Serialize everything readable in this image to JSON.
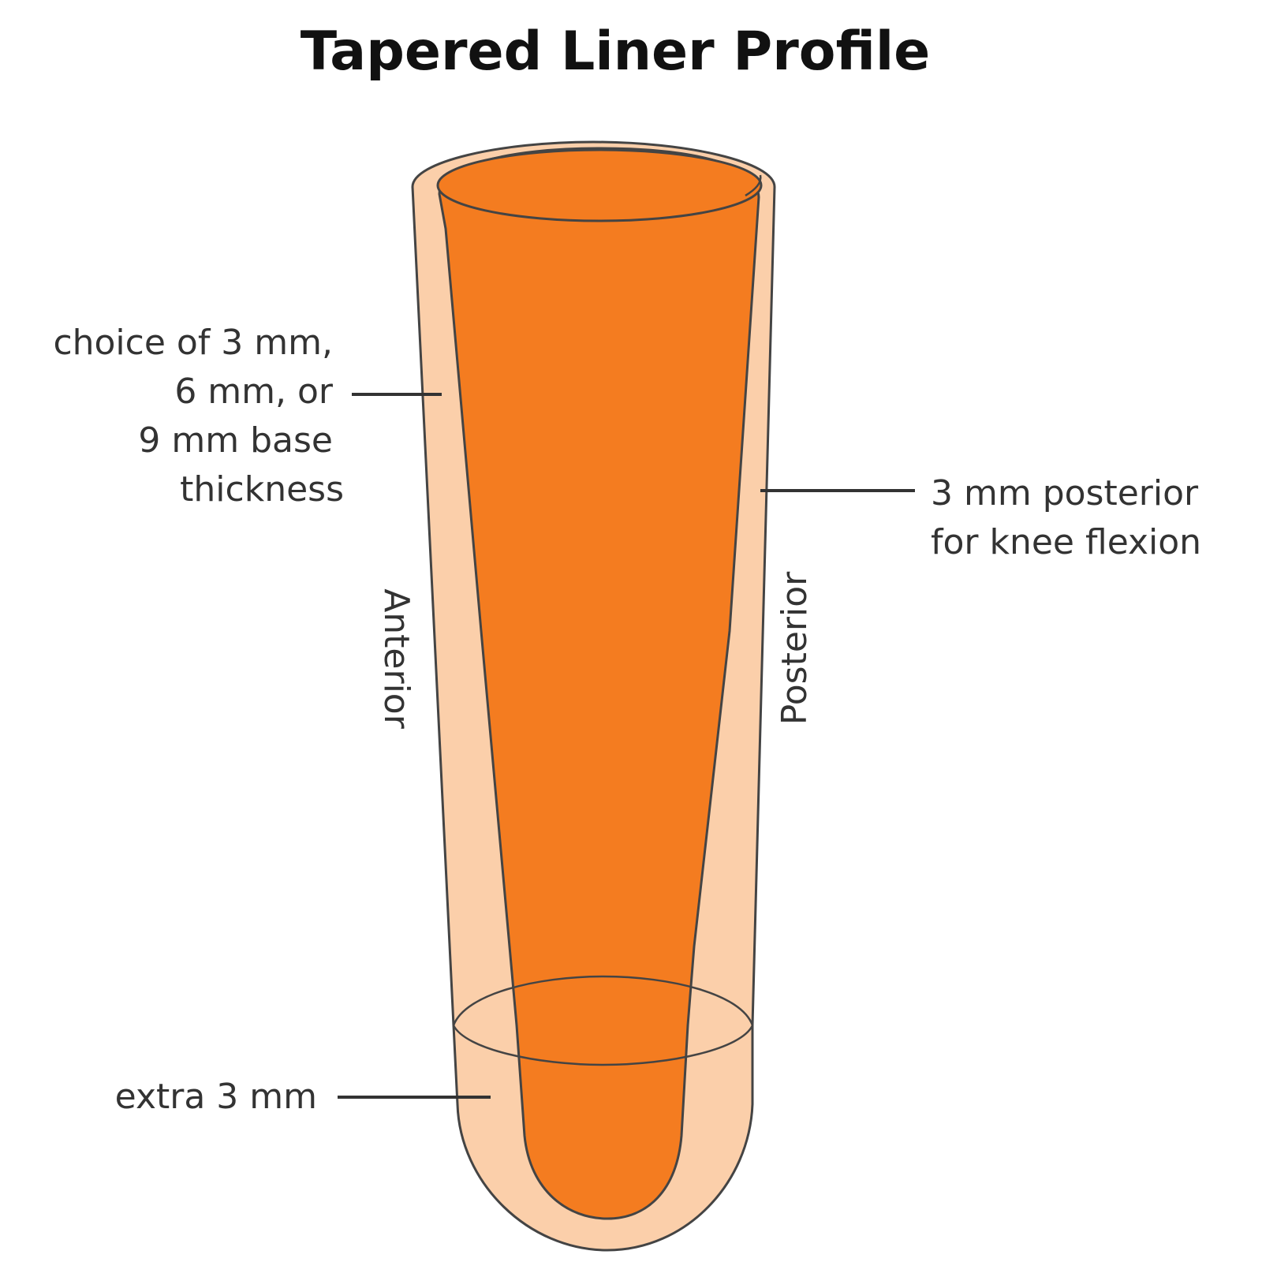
{
  "title": "Tapered Liner Profile",
  "labels": {
    "base_thickness": [
      "choice of 3 mm,",
      "6 mm, or",
      "9 mm base",
      "thickness"
    ],
    "posterior_note": [
      "3 mm posterior",
      "for knee flexion"
    ],
    "extra": "extra 3 mm",
    "anterior": "Anterior",
    "posterior": "Posterior"
  },
  "colors": {
    "liner_outer": "#FBCFAA",
    "liner_inner": "#F47C20",
    "outline": "#444444",
    "text": "#333333",
    "title": "#111111"
  }
}
